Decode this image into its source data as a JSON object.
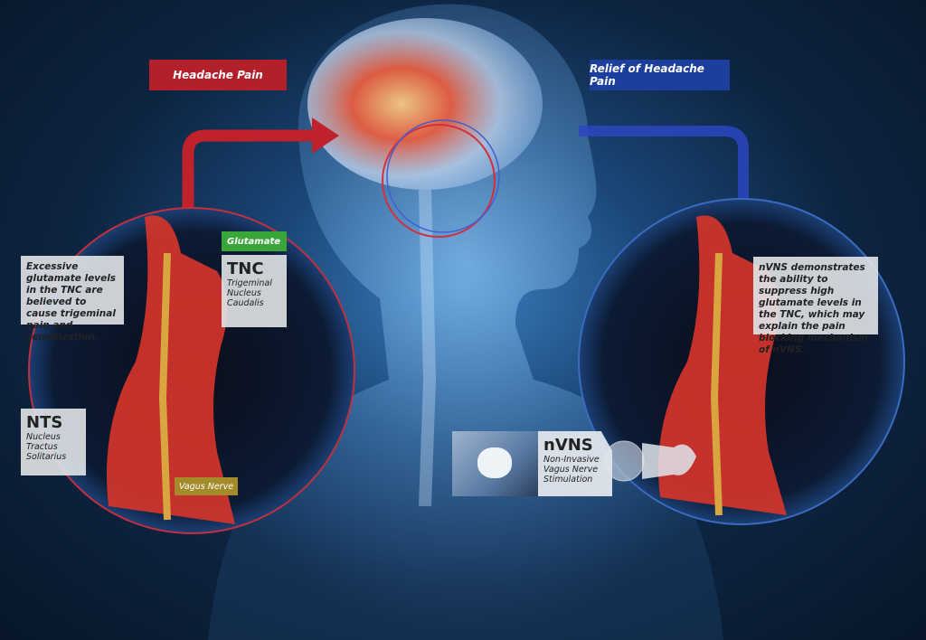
{
  "headers": {
    "left": "Headache Pain",
    "right": "Relief of Headache Pain"
  },
  "left_panel": {
    "note": "Excessive glutamate levels in the TNC are believed to cause trigeminal pain and sensitization.",
    "glutamate": "Glutamate",
    "tnc": {
      "abbr": "TNC",
      "lines": [
        "Trigeminal",
        "Nucleus",
        "Caudalis"
      ]
    },
    "nts": {
      "abbr": "NTS",
      "lines": [
        "Nucleus",
        "Tractus",
        "Solitarius"
      ]
    },
    "vagus": "Vagus Nerve"
  },
  "right_panel": {
    "note": "nVNS demonstrates the ability to suppress high glutamate levels in the TNC, which may explain the pain blocking mechanism of nVNS."
  },
  "device": {
    "abbr": "nVNS",
    "lines": [
      "Non-Invasive",
      "Vagus Nerve",
      "Stimulation"
    ]
  },
  "colors": {
    "red": "#b3202a",
    "blue": "#1c3f9e",
    "green": "#3aa63a",
    "gold": "#a58a2a"
  }
}
